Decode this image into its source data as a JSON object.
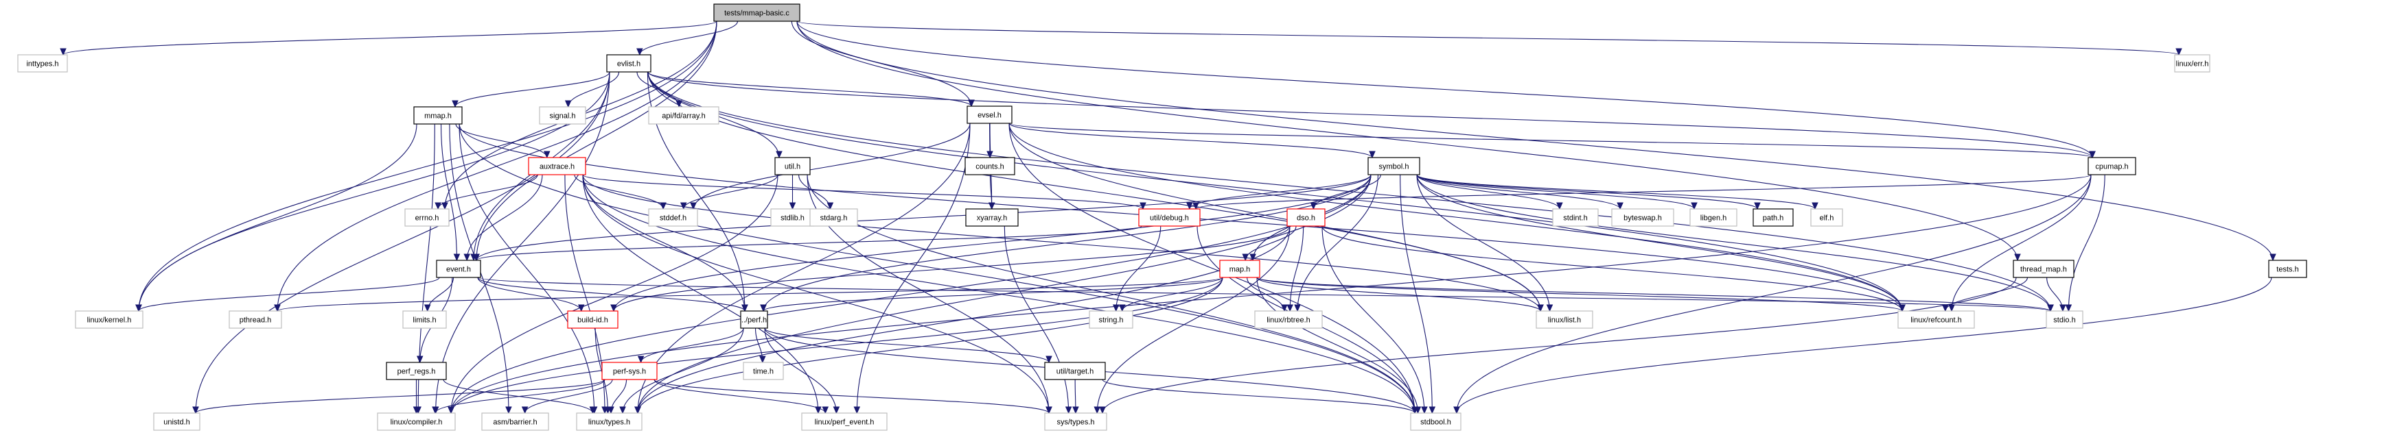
{
  "title": "tests/mmap-basic.c include dependency graph",
  "colors": {
    "edge": "#191970",
    "documented_border": "#000000",
    "truncated_border": "#ff0000",
    "external_border": "#bfbfbf",
    "root_fill": "#bfbfbf"
  },
  "nodes": [
    {
      "id": "root",
      "label": "tests/mmap-basic.c",
      "kind": "root"
    },
    {
      "id": "inttypes",
      "label": "inttypes.h",
      "kind": "ext"
    },
    {
      "id": "evlist",
      "label": "evlist.h",
      "kind": "doc"
    },
    {
      "id": "linux_err",
      "label": "linux/err.h",
      "kind": "ext"
    },
    {
      "id": "mmap",
      "label": "mmap.h",
      "kind": "doc"
    },
    {
      "id": "signal",
      "label": "signal.h",
      "kind": "ext"
    },
    {
      "id": "fdarray",
      "label": "api/fd/array.h",
      "kind": "ext"
    },
    {
      "id": "evsel",
      "label": "evsel.h",
      "kind": "doc"
    },
    {
      "id": "auxtrace",
      "label": "auxtrace.h",
      "kind": "red"
    },
    {
      "id": "util",
      "label": "util.h",
      "kind": "doc"
    },
    {
      "id": "counts",
      "label": "counts.h",
      "kind": "doc"
    },
    {
      "id": "symbol",
      "label": "symbol.h",
      "kind": "doc"
    },
    {
      "id": "cpumap",
      "label": "cpumap.h",
      "kind": "doc"
    },
    {
      "id": "errno",
      "label": "errno.h",
      "kind": "ext"
    },
    {
      "id": "stddef",
      "label": "stddef.h",
      "kind": "ext"
    },
    {
      "id": "stdlib",
      "label": "stdlib.h",
      "kind": "ext"
    },
    {
      "id": "stdarg",
      "label": "stdarg.h",
      "kind": "ext"
    },
    {
      "id": "xyarray",
      "label": "xyarray.h",
      "kind": "doc"
    },
    {
      "id": "debug",
      "label": "util/debug.h",
      "kind": "red"
    },
    {
      "id": "dso",
      "label": "dso.h",
      "kind": "red"
    },
    {
      "id": "stdint",
      "label": "stdint.h",
      "kind": "ext"
    },
    {
      "id": "byteswap",
      "label": "byteswap.h",
      "kind": "ext"
    },
    {
      "id": "libgen",
      "label": "libgen.h",
      "kind": "ext"
    },
    {
      "id": "path",
      "label": "path.h",
      "kind": "doc"
    },
    {
      "id": "elf",
      "label": "elf.h",
      "kind": "ext"
    },
    {
      "id": "event",
      "label": "event.h",
      "kind": "doc"
    },
    {
      "id": "map",
      "label": "map.h",
      "kind": "red"
    },
    {
      "id": "thread_map",
      "label": "thread_map.h",
      "kind": "doc"
    },
    {
      "id": "tests",
      "label": "tests.h",
      "kind": "doc"
    },
    {
      "id": "linux_kernel",
      "label": "linux/kernel.h",
      "kind": "ext"
    },
    {
      "id": "pthread",
      "label": "pthread.h",
      "kind": "ext"
    },
    {
      "id": "limits",
      "label": "limits.h",
      "kind": "ext"
    },
    {
      "id": "buildid",
      "label": "build-id.h",
      "kind": "red"
    },
    {
      "id": "perf",
      "label": "../perf.h",
      "kind": "doc"
    },
    {
      "id": "string",
      "label": "string.h",
      "kind": "ext"
    },
    {
      "id": "rbtree",
      "label": "linux/rbtree.h",
      "kind": "ext"
    },
    {
      "id": "list",
      "label": "linux/list.h",
      "kind": "ext"
    },
    {
      "id": "refcount",
      "label": "linux/refcount.h",
      "kind": "ext"
    },
    {
      "id": "stdio",
      "label": "stdio.h",
      "kind": "ext"
    },
    {
      "id": "perf_regs",
      "label": "perf_regs.h",
      "kind": "doc"
    },
    {
      "id": "perf_sys",
      "label": "perf-sys.h",
      "kind": "red"
    },
    {
      "id": "time",
      "label": "time.h",
      "kind": "ext"
    },
    {
      "id": "target",
      "label": "util/target.h",
      "kind": "doc"
    },
    {
      "id": "unistd",
      "label": "unistd.h",
      "kind": "ext"
    },
    {
      "id": "compiler",
      "label": "linux/compiler.h",
      "kind": "ext"
    },
    {
      "id": "barrier",
      "label": "asm/barrier.h",
      "kind": "ext"
    },
    {
      "id": "types",
      "label": "linux/types.h",
      "kind": "ext"
    },
    {
      "id": "perf_event",
      "label": "linux/perf_event.h",
      "kind": "ext"
    },
    {
      "id": "sys_types",
      "label": "sys/types.h",
      "kind": "ext"
    },
    {
      "id": "stdbool",
      "label": "stdbool.h",
      "kind": "ext"
    }
  ],
  "edges": [
    [
      "root",
      "inttypes"
    ],
    [
      "root",
      "evlist"
    ],
    [
      "root",
      "linux_err"
    ],
    [
      "root",
      "evsel"
    ],
    [
      "root",
      "cpumap"
    ],
    [
      "root",
      "thread_map"
    ],
    [
      "root",
      "tests"
    ],
    [
      "root",
      "linux_kernel"
    ],
    [
      "root",
      "event"
    ],
    [
      "root",
      "errno"
    ],
    [
      "root",
      "pthread"
    ],
    [
      "evlist",
      "mmap"
    ],
    [
      "evlist",
      "signal"
    ],
    [
      "evlist",
      "fdarray"
    ],
    [
      "evlist",
      "evsel"
    ],
    [
      "evlist",
      "util"
    ],
    [
      "evlist",
      "event"
    ],
    [
      "evlist",
      "perf"
    ],
    [
      "evlist",
      "list"
    ],
    [
      "evlist",
      "refcount"
    ],
    [
      "evlist",
      "stdio"
    ],
    [
      "evlist",
      "linux_kernel"
    ],
    [
      "evlist",
      "compiler"
    ],
    [
      "evlist",
      "unistd"
    ],
    [
      "evlist",
      "cpumap"
    ],
    [
      "mmap",
      "auxtrace"
    ],
    [
      "mmap",
      "event"
    ],
    [
      "mmap",
      "compiler"
    ],
    [
      "mmap",
      "types"
    ],
    [
      "mmap",
      "barrier"
    ],
    [
      "mmap",
      "refcount"
    ],
    [
      "mmap",
      "stdbool"
    ],
    [
      "mmap",
      "linux_kernel"
    ],
    [
      "evsel",
      "counts"
    ],
    [
      "evsel",
      "xyarray"
    ],
    [
      "evsel",
      "symbol"
    ],
    [
      "evsel",
      "cpumap"
    ],
    [
      "evsel",
      "stddef"
    ],
    [
      "evsel",
      "perf_event"
    ],
    [
      "evsel",
      "types"
    ],
    [
      "evsel",
      "list"
    ],
    [
      "evsel",
      "stdbool"
    ],
    [
      "evsel",
      "refcount"
    ],
    [
      "auxtrace",
      "errno"
    ],
    [
      "auxtrace",
      "stddef"
    ],
    [
      "auxtrace",
      "event"
    ],
    [
      "auxtrace",
      "debug"
    ],
    [
      "auxtrace",
      "perf"
    ],
    [
      "auxtrace",
      "types"
    ],
    [
      "auxtrace",
      "perf_event"
    ],
    [
      "auxtrace",
      "list"
    ],
    [
      "auxtrace",
      "stdbool"
    ],
    [
      "auxtrace",
      "sys_types"
    ],
    [
      "util",
      "stddef"
    ],
    [
      "util",
      "stdlib"
    ],
    [
      "util",
      "stdarg"
    ],
    [
      "util",
      "compiler"
    ],
    [
      "util",
      "sys_types"
    ],
    [
      "util",
      "stdbool"
    ],
    [
      "counts",
      "xyarray"
    ],
    [
      "xyarray",
      "sys_types"
    ],
    [
      "symbol",
      "dso"
    ],
    [
      "symbol",
      "map"
    ],
    [
      "symbol",
      "stdint"
    ],
    [
      "symbol",
      "byteswap"
    ],
    [
      "symbol",
      "libgen"
    ],
    [
      "symbol",
      "path"
    ],
    [
      "symbol",
      "elf"
    ],
    [
      "symbol",
      "list"
    ],
    [
      "symbol",
      "rbtree"
    ],
    [
      "symbol",
      "stdio"
    ],
    [
      "symbol",
      "event"
    ],
    [
      "symbol",
      "buildid"
    ],
    [
      "symbol",
      "perf"
    ],
    [
      "symbol",
      "types"
    ],
    [
      "symbol",
      "debug"
    ],
    [
      "symbol",
      "stdbool"
    ],
    [
      "symbol",
      "refcount"
    ],
    [
      "symbol",
      "compiler"
    ],
    [
      "cpumap",
      "debug"
    ],
    [
      "cpumap",
      "stdio"
    ],
    [
      "cpumap",
      "refcount"
    ],
    [
      "cpumap",
      "stdbool"
    ],
    [
      "cpumap",
      "compiler"
    ],
    [
      "debug",
      "event"
    ],
    [
      "debug",
      "string"
    ],
    [
      "debug",
      "stdbool"
    ],
    [
      "dso",
      "map"
    ],
    [
      "dso",
      "rbtree"
    ],
    [
      "dso",
      "stdbool"
    ],
    [
      "dso",
      "sys_types"
    ],
    [
      "dso",
      "refcount"
    ],
    [
      "dso",
      "types"
    ],
    [
      "dso",
      "buildid"
    ],
    [
      "map",
      "string"
    ],
    [
      "map",
      "rbtree"
    ],
    [
      "map",
      "list"
    ],
    [
      "map",
      "stdio"
    ],
    [
      "map",
      "refcount"
    ],
    [
      "map",
      "stdbool"
    ],
    [
      "map",
      "types"
    ],
    [
      "map",
      "compiler"
    ],
    [
      "map",
      "pthread"
    ],
    [
      "map",
      "perf"
    ],
    [
      "event",
      "linux_kernel"
    ],
    [
      "event",
      "limits"
    ],
    [
      "event",
      "buildid"
    ],
    [
      "event",
      "perf"
    ],
    [
      "event",
      "perf_regs"
    ],
    [
      "event",
      "stdio"
    ],
    [
      "buildid",
      "types"
    ],
    [
      "perf",
      "perf_sys"
    ],
    [
      "perf",
      "time"
    ],
    [
      "perf",
      "target"
    ],
    [
      "perf",
      "types"
    ],
    [
      "perf",
      "perf_event"
    ],
    [
      "perf",
      "stdbool"
    ],
    [
      "perf_regs",
      "compiler"
    ],
    [
      "perf_regs",
      "types"
    ],
    [
      "perf_sys",
      "unistd"
    ],
    [
      "perf_sys",
      "compiler"
    ],
    [
      "perf_sys",
      "barrier"
    ],
    [
      "perf_sys",
      "types"
    ],
    [
      "perf_sys",
      "perf_event"
    ],
    [
      "perf_sys",
      "sys_types"
    ],
    [
      "target",
      "sys_types"
    ],
    [
      "target",
      "stdbool"
    ],
    [
      "thread_map",
      "stdio"
    ],
    [
      "thread_map",
      "refcount"
    ],
    [
      "thread_map",
      "sys_types"
    ],
    [
      "tests",
      "stdbool"
    ]
  ]
}
